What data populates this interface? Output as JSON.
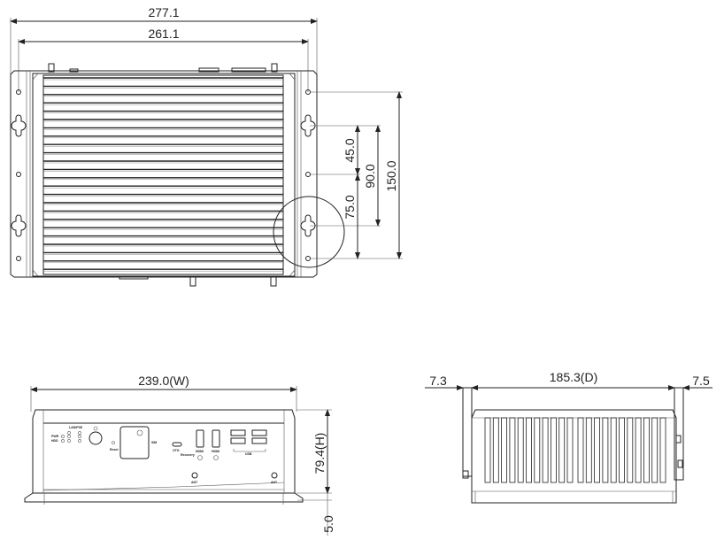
{
  "top_view": {
    "overall_width": "277.1",
    "hole_span_width": "261.1",
    "dim_45": "45.0",
    "dim_90": "90.0",
    "dim_150": "150.0",
    "dim_75": "75.0"
  },
  "front_view": {
    "width": "239.0(W)",
    "height": "79.4(H)",
    "foot": "5.0",
    "port_labels": {
      "lan": "LAN/PSE",
      "pwr": "PWR",
      "hdd": "HDD",
      "reset": "Reset",
      "sim": "SIM",
      "otg": "OTG",
      "recovery": "Recovery",
      "hdmi1": "HDMI",
      "hdmi2": "HDMI",
      "usb": "USB",
      "ant1": "ANT",
      "ant2": "ANT"
    }
  },
  "side_view": {
    "depth": "185.3(D)",
    "left_offset": "7.3",
    "right_offset": "7.5"
  }
}
